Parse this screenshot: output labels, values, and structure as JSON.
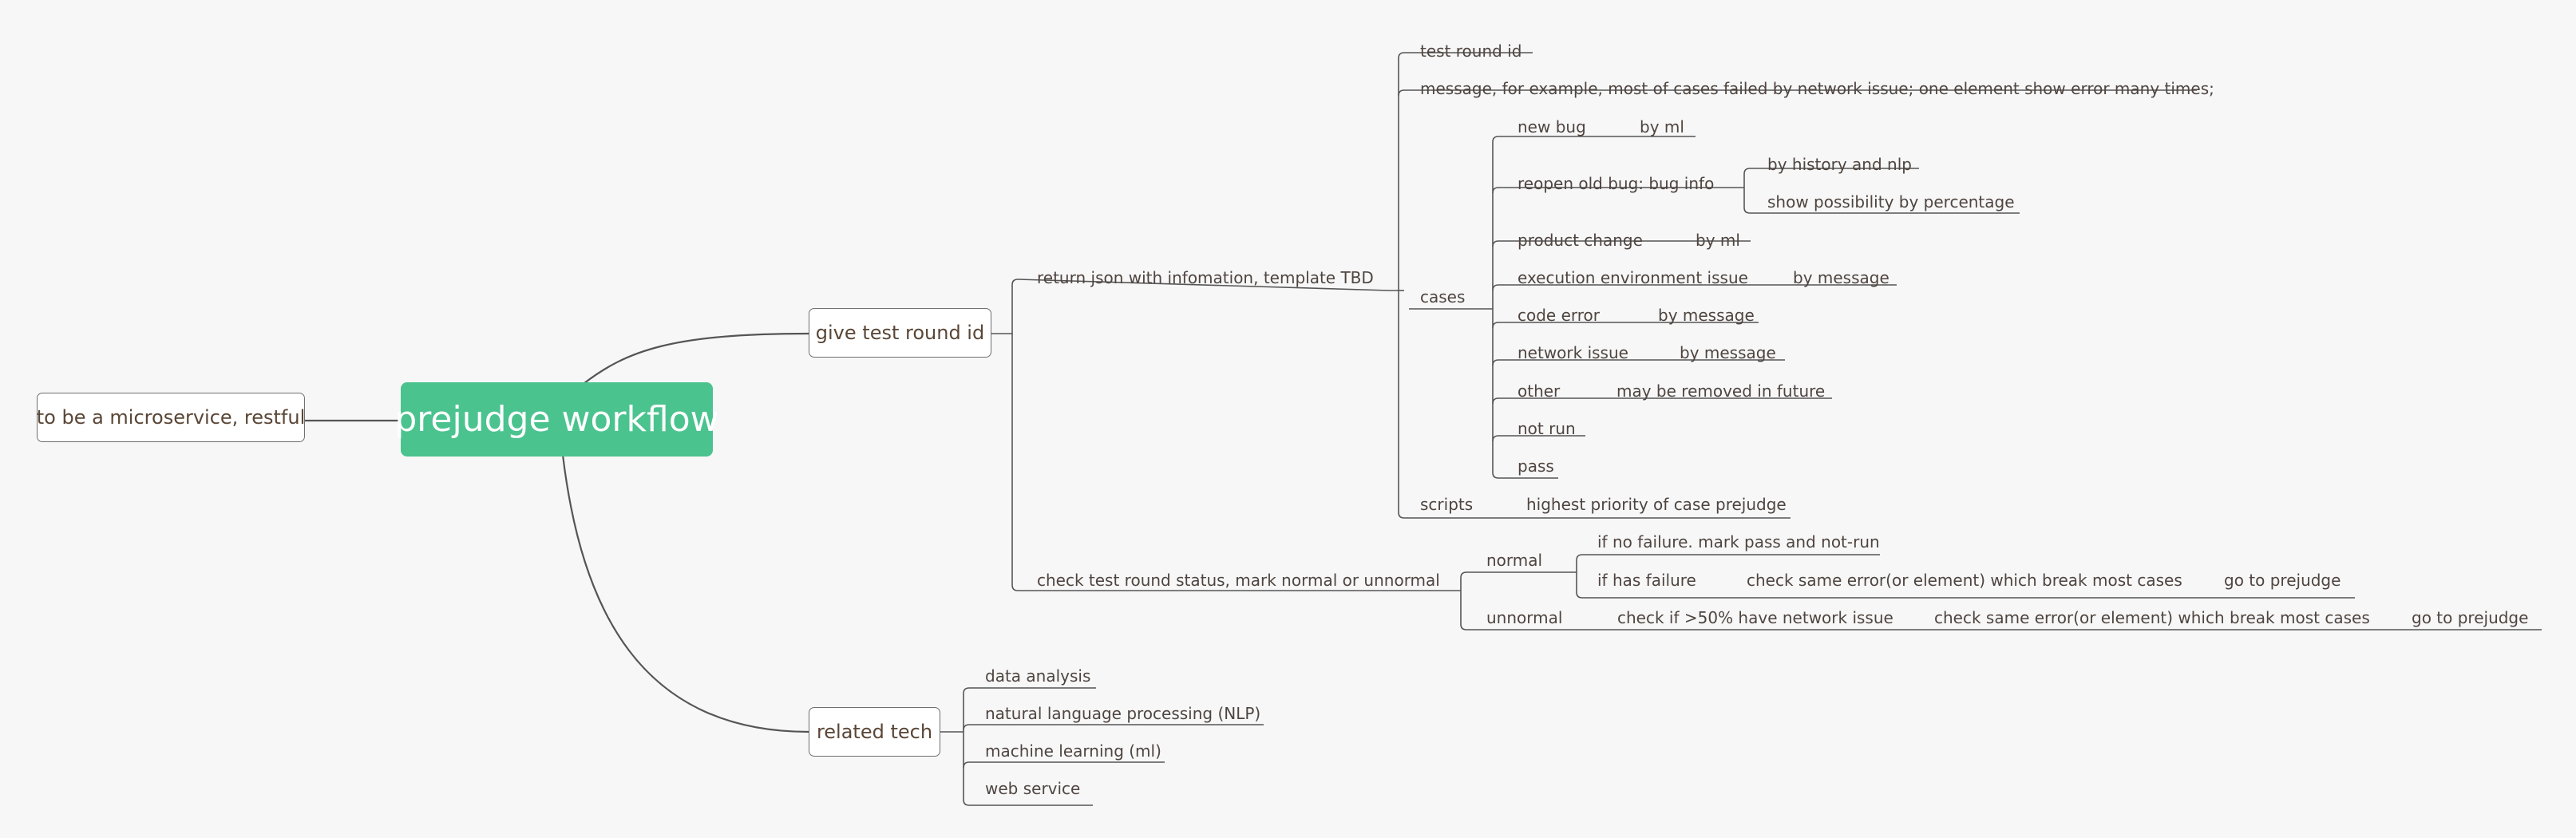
{
  "root": {
    "title": "prejudge workflow"
  },
  "left": {
    "label": "to be a microservice, restful"
  },
  "give": {
    "label": "give test round id",
    "ret": {
      "label": "return json with infomation, template TBD",
      "test_round_id": "test round id",
      "message": "message, for example, most of cases failed by network issue; one element show error many times;",
      "cases": {
        "label": "cases",
        "new_bug": {
          "label": "new bug",
          "detail": "by ml"
        },
        "reopen": {
          "label": "reopen old bug: bug info",
          "detail1": "by history and nlp",
          "detail2": "show possibility by percentage"
        },
        "product_change": {
          "label": "product change",
          "detail": "by ml"
        },
        "exec_env": {
          "label": "execution environment issue",
          "detail": "by message"
        },
        "code_error": {
          "label": "code error",
          "detail": "by message"
        },
        "network": {
          "label": "network issue",
          "detail": "by message"
        },
        "other": {
          "label": "other",
          "detail": "may be removed in future"
        },
        "not_run": {
          "label": "not run"
        },
        "pass": {
          "label": "pass"
        }
      },
      "scripts": {
        "label": "scripts",
        "detail": "highest priority of case prejudge"
      }
    },
    "check": {
      "label": "check test round status, mark normal or unnormal",
      "normal": {
        "label": "normal",
        "no_failure": "if no failure. mark pass and not-run",
        "has_failure": {
          "label": "if has failure",
          "step": "check same error(or element) which break most cases",
          "action": "go to prejudge"
        }
      },
      "unnormal": {
        "label": "unnormal",
        "step1": "check if >50% have network issue",
        "step2": "check same error(or element) which break most cases",
        "action": "go to prejudge"
      }
    }
  },
  "related": {
    "label": "related tech",
    "items": [
      "data analysis",
      "natural language processing (NLP)",
      "machine learning (ml)",
      "web service"
    ]
  }
}
